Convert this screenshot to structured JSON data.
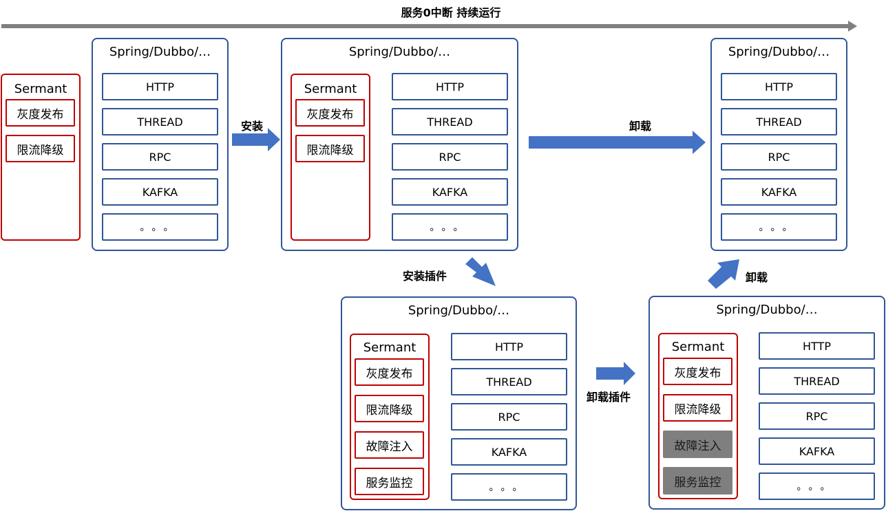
{
  "timeline": {
    "label": "服务0中断 持续运行"
  },
  "framework_label": "Spring/Dubbo/…",
  "modules": [
    "HTTP",
    "THREAD",
    "RPC",
    "KAFKA",
    "。。。"
  ],
  "sermant_label": "Sermant",
  "plugins": {
    "gray_release": "灰度发布",
    "rate_limit": "限流降级",
    "fault_injection": "故障注入",
    "service_monitor": "服务监控"
  },
  "actions": {
    "install": "安装",
    "uninstall": "卸载",
    "install_plugin": "安装插件",
    "uninstall_plugin": "卸载插件",
    "uninstall_2": "卸载"
  },
  "colors": {
    "container_border": "#2f5597",
    "sermant_border": "#c00000",
    "arrow": "#4472c4",
    "timeline": "#7f7f7f",
    "disabled_plugin": "#7f7f7f"
  }
}
